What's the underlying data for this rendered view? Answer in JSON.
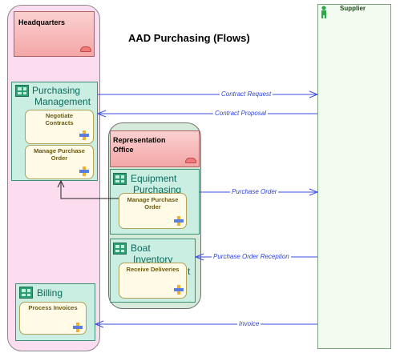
{
  "title": "AAD Purchasing (Flows)",
  "lanes": {
    "headquarters": "Headquarters",
    "representation_office": [
      "Representation",
      "Office"
    ],
    "supplier": "Supplier"
  },
  "components": {
    "purchasing_management": [
      "Purchasing",
      "Management"
    ],
    "equipment_purchasing": [
      "Equipment",
      "Purchasing"
    ],
    "boat_inventory": [
      "Boat",
      "Inventory"
    ],
    "boat_inventory_overflow": "t",
    "billing": "Billing"
  },
  "activities": {
    "negotiate_contracts": [
      "Negotiate",
      "Contracts"
    ],
    "manage_purchase_order_hq": [
      "Manage Purchase",
      "Order"
    ],
    "manage_purchase_order_rep": [
      "Manage Purchase",
      "Order"
    ],
    "receive_deliveries": "Receive Deliveries",
    "process_invoices": "Process Invoices"
  },
  "flows": {
    "contract_request": "Contract Request",
    "contract_proposal": "Contract Proposal",
    "purchase_order": "Purchase Order",
    "purchase_order_reception": "Purchase Order Reception",
    "invoice": "Invoice"
  },
  "colors": {
    "flow_line": "#3a4de0",
    "component_text": "#0b6b5b",
    "activity_text": "#6a5a12",
    "hq_lane_fill": "#fcdcef",
    "rep_lane_fill": "#d6ead9"
  }
}
